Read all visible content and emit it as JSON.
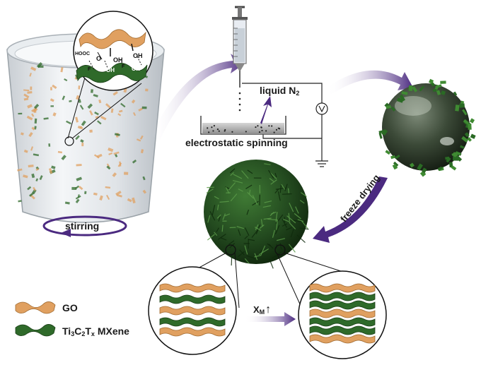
{
  "labels": {
    "liquid_n2": "liquid N",
    "liquid_n2_sub": "2",
    "electrostatic_spinning": "electrostatic spinning",
    "stirring": "stirring",
    "freeze_drying": "freeze drying",
    "xm": "X",
    "xm_sub": "M",
    "xm_arrow": "↑"
  },
  "legend": {
    "go": "GO",
    "mxene_ti": "Ti",
    "mxene_3": "3",
    "mxene_c": "C",
    "mxene_2": "2",
    "mxene_t": "T",
    "mxene_x": "x",
    "mxene_rest": " MXene"
  },
  "chemistry": {
    "oh_top_1": "OH",
    "oh_top_2": "OH",
    "hooc": "HOOC",
    "o": "O",
    "oh_bottom_1": "OH",
    "oh_bottom_2": "OH",
    "f1": "F",
    "f2": "F"
  },
  "colors": {
    "go": "#e0a060",
    "mxene": "#2f6a2a",
    "arrow": "#5b3b8c",
    "liquid": "#a8a8a8"
  }
}
